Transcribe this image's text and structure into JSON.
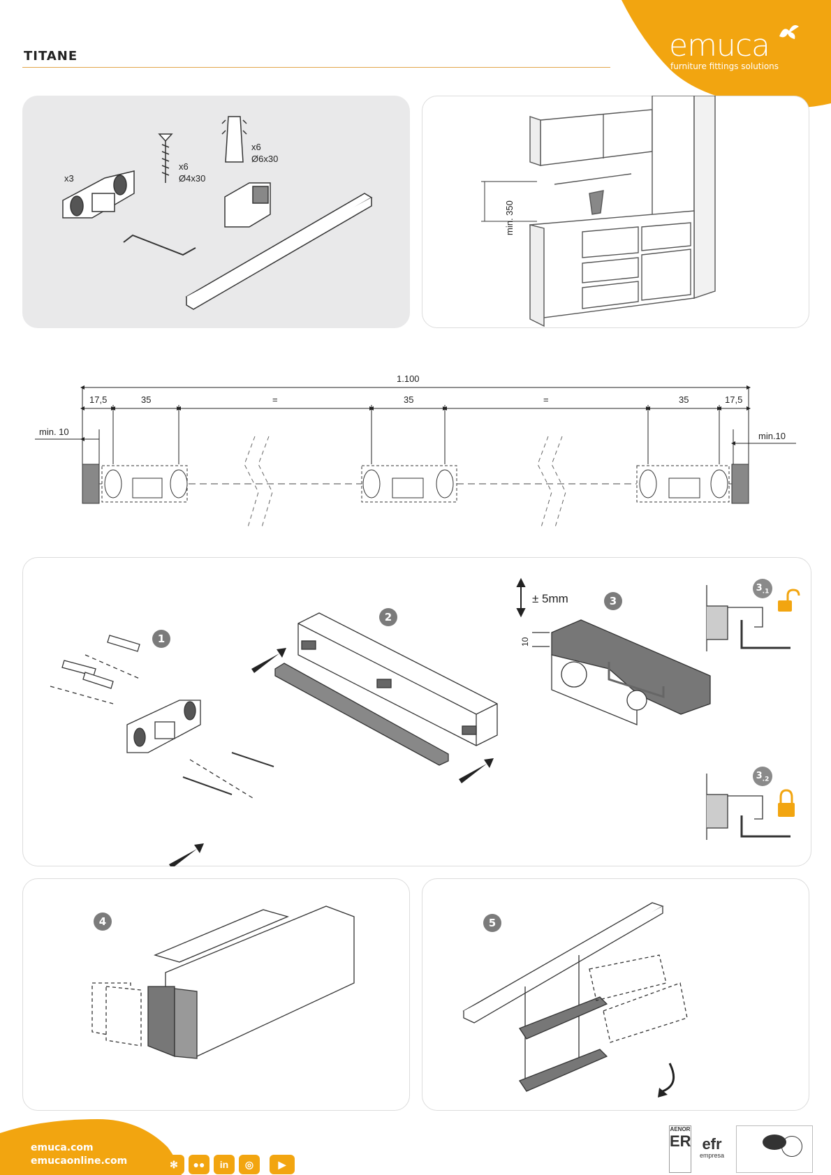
{
  "header": {
    "title": "TITANE",
    "brand": "emuca",
    "tagline": "furniture fittings solutions",
    "brand_color": "#f2a510"
  },
  "kit": {
    "bracket_qty": "x3",
    "screw_qty": "x6",
    "screw_size": "Ø4x30",
    "plug_qty": "x6",
    "plug_size": "Ø6x30"
  },
  "cabinet": {
    "min_height": "min. 350"
  },
  "dimensions": {
    "total": "1.100",
    "edge_left": "17,5",
    "edge_right": "17,5",
    "spacing_a": "35",
    "spacing_b": "35",
    "spacing_c": "35",
    "equal_left": "=",
    "equal_right": "=",
    "min_left": "min. 10",
    "min_right": "min.10"
  },
  "steps": {
    "s1": "1",
    "s2": "2",
    "s3": "3",
    "s3_1_main": "3",
    "s3_1_sub": ".1",
    "s3_2_main": "3",
    "s3_2_sub": ".2",
    "s4": "4",
    "s5": "5",
    "adjust": "± 5mm",
    "depth": "10"
  },
  "footer": {
    "website": "emuca.com",
    "shop": "emucaonline.com",
    "social_icons": [
      "emuca-icon",
      "flickr-icon",
      "linkedin-icon",
      "instagram-icon",
      "youtube-icon"
    ],
    "cert_aenor": "AENOR",
    "cert_efr": "efr",
    "cert_efr_sub": "empresa"
  }
}
